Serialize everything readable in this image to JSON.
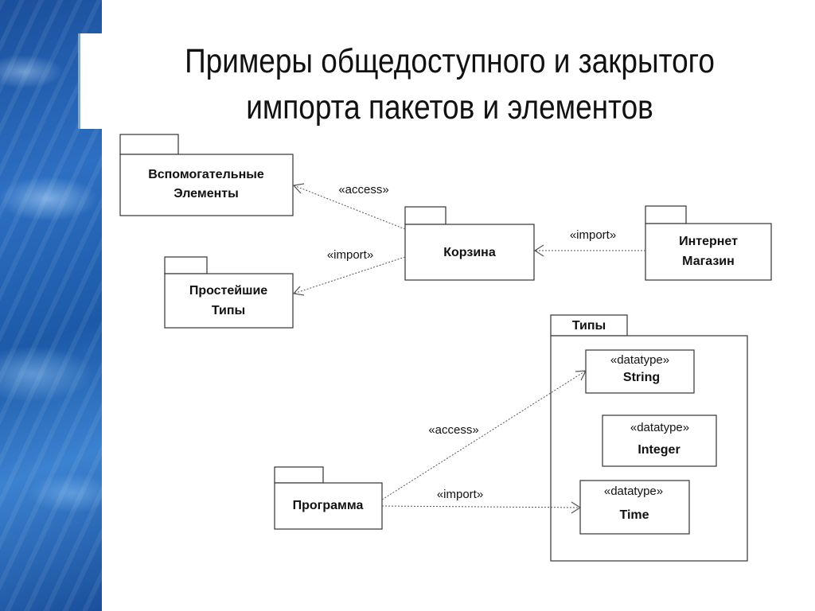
{
  "title": {
    "line1": "Примеры общедоступного и закрытого",
    "line2": "импорта пакетов и элементов"
  },
  "packages": {
    "helpers": {
      "line1": "Вспомогательные",
      "line2": "Элементы"
    },
    "simple_types": {
      "line1": "Простейшие",
      "line2": "Типы"
    },
    "cart": {
      "line1": "Корзина"
    },
    "shop": {
      "line1": "Интернет",
      "line2": "Магазин"
    },
    "program": {
      "line1": "Программа"
    },
    "types": {
      "tab": "Типы"
    }
  },
  "classes": {
    "string": {
      "stereotype": "«datatype»",
      "name": "String"
    },
    "integer": {
      "stereotype": "«datatype»",
      "name": "Integer"
    },
    "time": {
      "stereotype": "«datatype»",
      "name": "Time"
    }
  },
  "edges": {
    "cart_to_helpers": "«access»",
    "cart_to_simple_types": "«import»",
    "shop_to_cart": "«import»",
    "program_to_string": "«access»",
    "program_to_time": "«import»"
  },
  "colors": {
    "band": "#2d6fc2",
    "line": "#555555",
    "border": "#333333"
  }
}
